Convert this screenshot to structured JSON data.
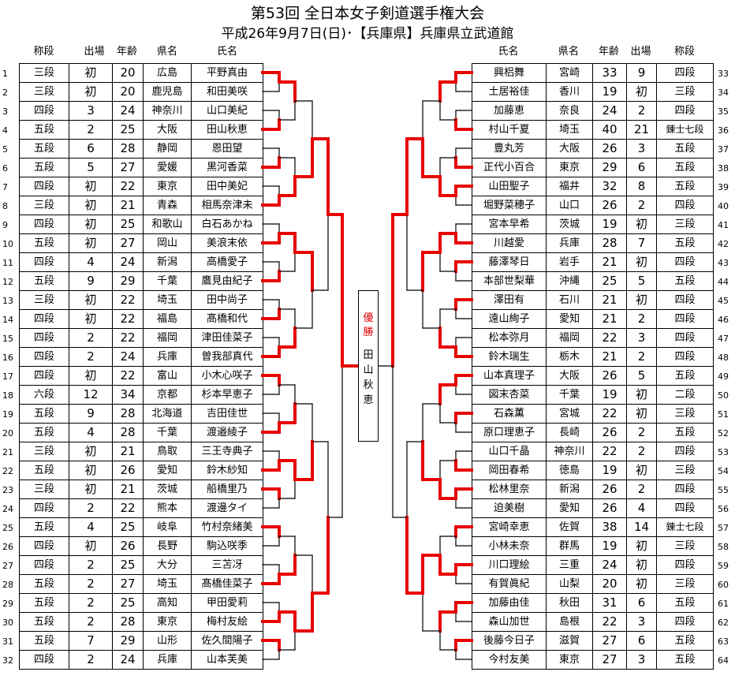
{
  "title": "第53回 全日本女子剣道選手権大会",
  "subtitle": "平成26年9月7日(日)･【兵庫県】兵庫県立武道館",
  "headers_left": {
    "rank": "称段",
    "appear": "出場",
    "age": "年齢",
    "pref": "県名",
    "name": "氏名"
  },
  "headers_right": {
    "name": "氏名",
    "pref": "県名",
    "age": "年齢",
    "appear": "出場",
    "rank": "称段"
  },
  "champion": {
    "label": "優勝",
    "name": "田山秋恵"
  },
  "left_players": [
    {
      "no": "1",
      "rank": "三段",
      "appear": "初",
      "age": "20",
      "pref": "広島",
      "name": "平野真由"
    },
    {
      "no": "2",
      "rank": "三段",
      "appear": "初",
      "age": "20",
      "pref": "鹿児島",
      "name": "和田美咲"
    },
    {
      "no": "3",
      "rank": "四段",
      "appear": "3",
      "age": "24",
      "pref": "神奈川",
      "name": "山口美紀"
    },
    {
      "no": "4",
      "rank": "五段",
      "appear": "2",
      "age": "25",
      "pref": "大阪",
      "name": "田山秋恵"
    },
    {
      "no": "5",
      "rank": "五段",
      "appear": "6",
      "age": "28",
      "pref": "静岡",
      "name": "恩田望"
    },
    {
      "no": "6",
      "rank": "五段",
      "appear": "5",
      "age": "27",
      "pref": "愛媛",
      "name": "黒河香菜"
    },
    {
      "no": "7",
      "rank": "四段",
      "appear": "初",
      "age": "22",
      "pref": "東京",
      "name": "田中美妃"
    },
    {
      "no": "8",
      "rank": "三段",
      "appear": "初",
      "age": "21",
      "pref": "青森",
      "name": "相馬奈津未"
    },
    {
      "no": "9",
      "rank": "四段",
      "appear": "初",
      "age": "25",
      "pref": "和歌山",
      "name": "白石あかね"
    },
    {
      "no": "10",
      "rank": "五段",
      "appear": "初",
      "age": "27",
      "pref": "岡山",
      "name": "美浪末依"
    },
    {
      "no": "11",
      "rank": "四段",
      "appear": "4",
      "age": "24",
      "pref": "新潟",
      "name": "高橋愛子"
    },
    {
      "no": "12",
      "rank": "五段",
      "appear": "9",
      "age": "29",
      "pref": "千葉",
      "name": "鷹見由紀子"
    },
    {
      "no": "13",
      "rank": "三段",
      "appear": "初",
      "age": "22",
      "pref": "埼玉",
      "name": "田中尚子"
    },
    {
      "no": "14",
      "rank": "四段",
      "appear": "初",
      "age": "22",
      "pref": "福島",
      "name": "髙橋和代"
    },
    {
      "no": "15",
      "rank": "四段",
      "appear": "2",
      "age": "22",
      "pref": "福岡",
      "name": "津田佳菜子"
    },
    {
      "no": "16",
      "rank": "四段",
      "appear": "2",
      "age": "24",
      "pref": "兵庫",
      "name": "曽我部真代"
    },
    {
      "no": "17",
      "rank": "四段",
      "appear": "初",
      "age": "22",
      "pref": "富山",
      "name": "小木心咲子"
    },
    {
      "no": "18",
      "rank": "六段",
      "appear": "12",
      "age": "34",
      "pref": "京都",
      "name": "杉本早恵子"
    },
    {
      "no": "19",
      "rank": "五段",
      "appear": "9",
      "age": "28",
      "pref": "北海道",
      "name": "吉田佳世"
    },
    {
      "no": "20",
      "rank": "五段",
      "appear": "4",
      "age": "28",
      "pref": "千葉",
      "name": "渡邉綾子"
    },
    {
      "no": "21",
      "rank": "三段",
      "appear": "初",
      "age": "21",
      "pref": "鳥取",
      "name": "三王寺典子"
    },
    {
      "no": "22",
      "rank": "五段",
      "appear": "初",
      "age": "26",
      "pref": "愛知",
      "name": "鈴木紗知"
    },
    {
      "no": "23",
      "rank": "三段",
      "appear": "初",
      "age": "21",
      "pref": "茨城",
      "name": "船橋里乃"
    },
    {
      "no": "24",
      "rank": "四段",
      "appear": "2",
      "age": "22",
      "pref": "熊本",
      "name": "渡邊タイ"
    },
    {
      "no": "25",
      "rank": "五段",
      "appear": "4",
      "age": "25",
      "pref": "岐阜",
      "name": "竹村奈緒美"
    },
    {
      "no": "26",
      "rank": "四段",
      "appear": "初",
      "age": "26",
      "pref": "長野",
      "name": "駒込咲季"
    },
    {
      "no": "27",
      "rank": "四段",
      "appear": "2",
      "age": "25",
      "pref": "大分",
      "name": "三苫冴"
    },
    {
      "no": "28",
      "rank": "五段",
      "appear": "2",
      "age": "27",
      "pref": "埼玉",
      "name": "髙橋佳菜子"
    },
    {
      "no": "29",
      "rank": "五段",
      "appear": "2",
      "age": "25",
      "pref": "高知",
      "name": "甲田愛莉"
    },
    {
      "no": "30",
      "rank": "五段",
      "appear": "2",
      "age": "28",
      "pref": "東京",
      "name": "梅村友絵"
    },
    {
      "no": "31",
      "rank": "五段",
      "appear": "7",
      "age": "29",
      "pref": "山形",
      "name": "佐久間陽子"
    },
    {
      "no": "32",
      "rank": "四段",
      "appear": "2",
      "age": "24",
      "pref": "兵庫",
      "name": "山本芙美"
    }
  ],
  "right_players": [
    {
      "no": "33",
      "name": "興梠舞",
      "pref": "宮崎",
      "age": "33",
      "appear": "9",
      "rank": "四段"
    },
    {
      "no": "34",
      "name": "土居裕佳",
      "pref": "香川",
      "age": "19",
      "appear": "初",
      "rank": "三段"
    },
    {
      "no": "35",
      "name": "加藤恵",
      "pref": "奈良",
      "age": "24",
      "appear": "2",
      "rank": "四段"
    },
    {
      "no": "36",
      "name": "村山千夏",
      "pref": "埼玉",
      "age": "40",
      "appear": "21",
      "rank": "錬士七段"
    },
    {
      "no": "37",
      "name": "豊丸芳",
      "pref": "大阪",
      "age": "26",
      "appear": "3",
      "rank": "五段"
    },
    {
      "no": "38",
      "name": "正代小百合",
      "pref": "東京",
      "age": "29",
      "appear": "6",
      "rank": "五段"
    },
    {
      "no": "39",
      "name": "山田聖子",
      "pref": "福井",
      "age": "32",
      "appear": "8",
      "rank": "五段"
    },
    {
      "no": "40",
      "name": "堀野菜穂子",
      "pref": "山口",
      "age": "26",
      "appear": "2",
      "rank": "四段"
    },
    {
      "no": "41",
      "name": "宮本早希",
      "pref": "茨城",
      "age": "19",
      "appear": "初",
      "rank": "三段"
    },
    {
      "no": "42",
      "name": "川越愛",
      "pref": "兵庫",
      "age": "28",
      "appear": "7",
      "rank": "五段"
    },
    {
      "no": "43",
      "name": "藤澤琴日",
      "pref": "岩手",
      "age": "21",
      "appear": "初",
      "rank": "四段"
    },
    {
      "no": "44",
      "name": "本部世梨華",
      "pref": "沖縄",
      "age": "25",
      "appear": "5",
      "rank": "五段"
    },
    {
      "no": "45",
      "name": "澤田有",
      "pref": "石川",
      "age": "21",
      "appear": "初",
      "rank": "四段"
    },
    {
      "no": "46",
      "name": "遠山絢子",
      "pref": "愛知",
      "age": "21",
      "appear": "2",
      "rank": "四段"
    },
    {
      "no": "47",
      "name": "松本弥月",
      "pref": "福岡",
      "age": "22",
      "appear": "3",
      "rank": "四段"
    },
    {
      "no": "48",
      "name": "鈴木瑞生",
      "pref": "栃木",
      "age": "21",
      "appear": "2",
      "rank": "四段"
    },
    {
      "no": "49",
      "name": "山本真理子",
      "pref": "大阪",
      "age": "26",
      "appear": "5",
      "rank": "五段"
    },
    {
      "no": "50",
      "name": "図末杏菜",
      "pref": "千葉",
      "age": "19",
      "appear": "初",
      "rank": "二段"
    },
    {
      "no": "51",
      "name": "石森薫",
      "pref": "宮城",
      "age": "22",
      "appear": "初",
      "rank": "三段"
    },
    {
      "no": "52",
      "name": "原口理恵子",
      "pref": "長崎",
      "age": "26",
      "appear": "2",
      "rank": "五段"
    },
    {
      "no": "53",
      "name": "山口千晶",
      "pref": "神奈川",
      "age": "22",
      "appear": "2",
      "rank": "四段"
    },
    {
      "no": "54",
      "name": "岡田春希",
      "pref": "徳島",
      "age": "19",
      "appear": "初",
      "rank": "三段"
    },
    {
      "no": "55",
      "name": "松林里奈",
      "pref": "新潟",
      "age": "26",
      "appear": "2",
      "rank": "四段"
    },
    {
      "no": "56",
      "name": "迫美樹",
      "pref": "愛知",
      "age": "26",
      "appear": "4",
      "rank": "四段"
    },
    {
      "no": "57",
      "name": "宮崎幸恵",
      "pref": "佐賀",
      "age": "38",
      "appear": "14",
      "rank": "錬士七段"
    },
    {
      "no": "58",
      "name": "小林未奈",
      "pref": "群馬",
      "age": "19",
      "appear": "初",
      "rank": "三段"
    },
    {
      "no": "59",
      "name": "川口理絵",
      "pref": "三重",
      "age": "24",
      "appear": "初",
      "rank": "四段"
    },
    {
      "no": "60",
      "name": "有賀眞紀",
      "pref": "山梨",
      "age": "20",
      "appear": "初",
      "rank": "三段"
    },
    {
      "no": "61",
      "name": "加藤由佳",
      "pref": "秋田",
      "age": "31",
      "appear": "6",
      "rank": "五段"
    },
    {
      "no": "62",
      "name": "森山加世",
      "pref": "島根",
      "age": "22",
      "appear": "3",
      "rank": "四段"
    },
    {
      "no": "63",
      "name": "後藤今日子",
      "pref": "滋賀",
      "age": "27",
      "appear": "6",
      "rank": "五段"
    },
    {
      "no": "64",
      "name": "今村友美",
      "pref": "東京",
      "age": "27",
      "appear": "3",
      "rank": "五段"
    }
  ],
  "colors": {
    "winner_line": "#e80000",
    "normal_line": "#000000",
    "champion_label": "#e00000"
  },
  "bracket": {
    "left": {
      "r1_winners": [
        0,
        3,
        5,
        7,
        9,
        11,
        13,
        15,
        16,
        19,
        21,
        22,
        24,
        27,
        29,
        30
      ],
      "r2_winners": [
        0,
        1,
        0,
        1,
        1,
        0,
        1,
        0
      ],
      "r3_winners": [
        1,
        0,
        1,
        1
      ],
      "r4_winners": [
        0,
        1
      ],
      "r5_winner": 0
    },
    "right": {
      "r1_winners": [
        0,
        3,
        5,
        6,
        9,
        10,
        12,
        15,
        16,
        18,
        21,
        22,
        24,
        26,
        28,
        30
      ],
      "r2_winners": [
        0,
        1,
        0,
        1,
        0,
        1,
        1,
        0
      ],
      "r3_winners": [
        1,
        0,
        1,
        0
      ],
      "r4_winners": [
        0,
        1
      ],
      "r5_winner": 0
    },
    "final_winner": "left"
  }
}
